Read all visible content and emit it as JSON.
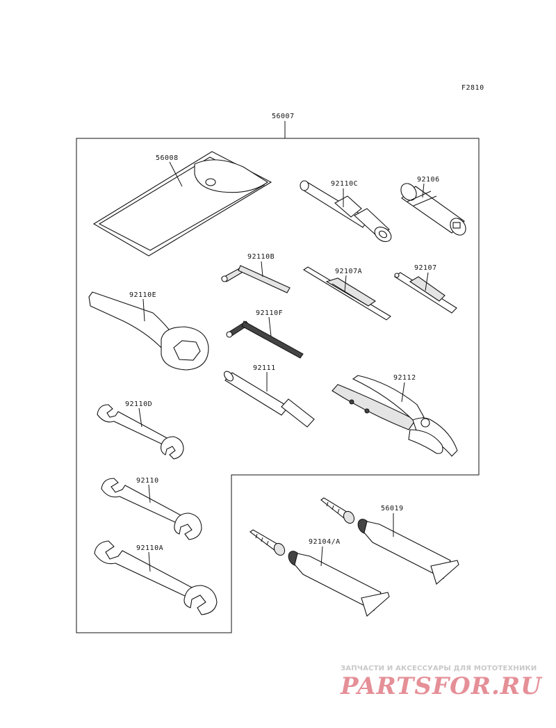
{
  "figure_code": "F2810",
  "kit_label": "56007",
  "parts": [
    {
      "id": "pouch",
      "label": "56008"
    },
    {
      "id": "socket-tool",
      "label": "92110C"
    },
    {
      "id": "spark-plug-socket",
      "label": "92106"
    },
    {
      "id": "hex-key-b",
      "label": "92110B"
    },
    {
      "id": "screwdriver-a",
      "label": "92107A"
    },
    {
      "id": "screwdriver",
      "label": "92107"
    },
    {
      "id": "ring-wrench",
      "label": "92110E"
    },
    {
      "id": "hex-key-f",
      "label": "92110F"
    },
    {
      "id": "extension-bar",
      "label": "92111"
    },
    {
      "id": "pliers",
      "label": "92112"
    },
    {
      "id": "wrench-d",
      "label": "92110D"
    },
    {
      "id": "wrench",
      "label": "92110"
    },
    {
      "id": "wrench-a",
      "label": "92110A"
    },
    {
      "id": "grease-tube-a",
      "label": "92104/A"
    },
    {
      "id": "grease-tube",
      "label": "56019"
    }
  ],
  "watermark": {
    "tagline": "ЗАПЧАСТИ И АКСЕССУАРЫ ДЛЯ МОТОТЕХНИКИ",
    "logo": "PARTSFOR.RU"
  }
}
